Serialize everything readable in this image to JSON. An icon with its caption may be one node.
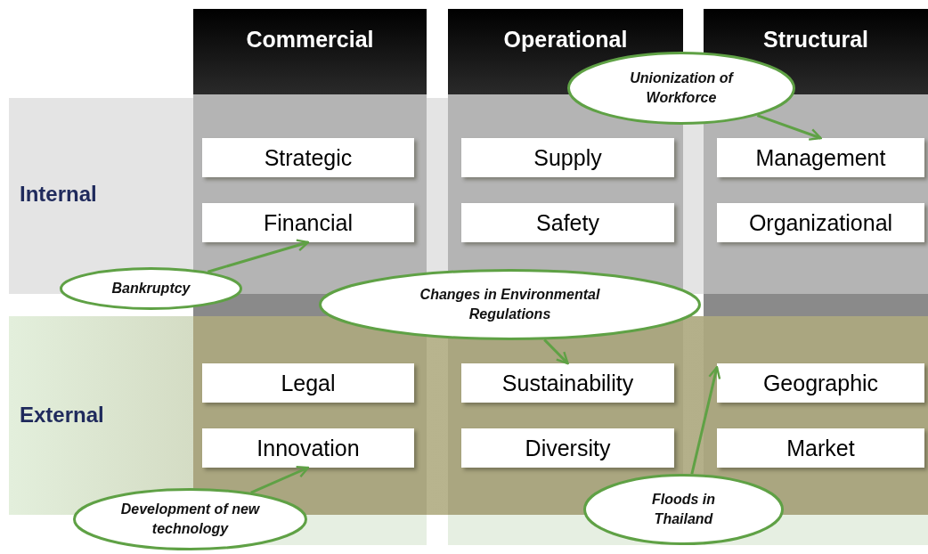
{
  "diagram": {
    "nodes": [
      {
        "text": [
          "Commercial"
        ]
      },
      {
        "text": [
          "Operational"
        ]
      },
      {
        "text": [
          "Structural"
        ]
      },
      {
        "text": [
          "Strategic"
        ]
      },
      {
        "text": [
          "Financial"
        ]
      },
      {
        "text": [
          "Legal"
        ]
      },
      {
        "text": [
          "Innovation"
        ]
      },
      {
        "text": [
          "Supply"
        ]
      },
      {
        "text": [
          "Safety"
        ]
      },
      {
        "text": [
          "Sustainability"
        ]
      },
      {
        "text": [
          "Diversity"
        ]
      },
      {
        "text": [
          "Management"
        ]
      },
      {
        "text": [
          "Organizational"
        ]
      },
      {
        "text": [
          "Geographic"
        ]
      },
      {
        "text": [
          "Market"
        ]
      },
      {
        "text": [
          "Unionization of Workforce"
        ]
      },
      {
        "text": [
          "Bankruptcy"
        ]
      },
      {
        "text": [
          "Changes in Environmental Regulations"
        ]
      },
      {
        "text": [
          "Development of new technology"
        ]
      },
      {
        "text": [
          "Floods in Thailand"
        ]
      }
    ],
    "edges": [
      {
        "from": 15,
        "to": 11,
        "arrow": "to"
      },
      {
        "from": 16,
        "to": 4,
        "arrow": "to"
      },
      {
        "from": 17,
        "to": 9,
        "arrow": "to"
      },
      {
        "from": 18,
        "to": 6,
        "arrow": "to"
      },
      {
        "from": 19,
        "to": 13,
        "arrow": "to"
      }
    ],
    "labels": [
      "Internal",
      "External"
    ]
  }
}
